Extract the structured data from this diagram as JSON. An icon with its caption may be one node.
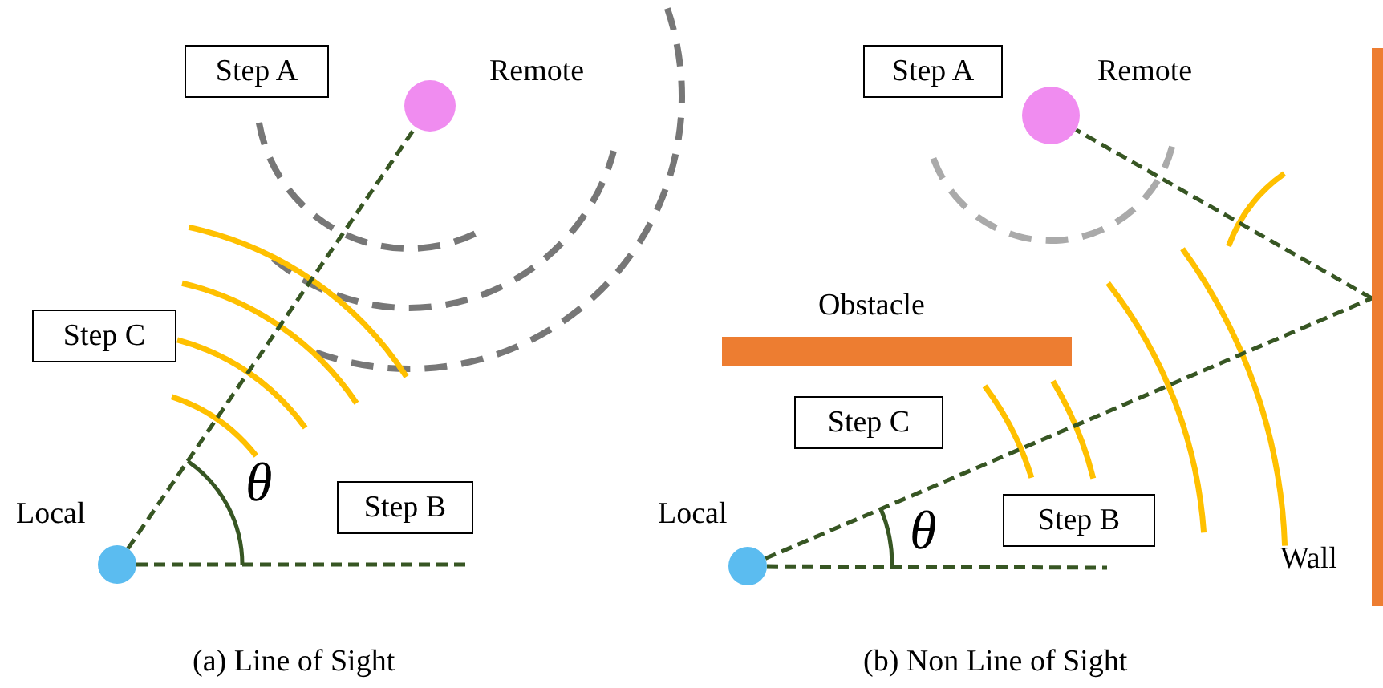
{
  "diagram": {
    "nodes": [
      {
        "text": [
          "Step A"
        ]
      },
      {
        "text": [],
        "shape": "circle",
        "beside": [
          "Remote"
        ]
      },
      {
        "text": [
          "Step C"
        ]
      },
      {
        "text": [],
        "shape": "circle",
        "beside": [
          "Local"
        ]
      },
      {
        "text": [
          "Step B"
        ]
      },
      {
        "text": [
          "Step A"
        ]
      },
      {
        "text": [],
        "shape": "circle",
        "beside": [
          "Remote"
        ]
      },
      {
        "text": [],
        "shape": "bar",
        "beside": [
          "Obstacle"
        ]
      },
      {
        "text": [
          "Step C"
        ]
      },
      {
        "text": [],
        "shape": "circle",
        "beside": [
          "Local"
        ]
      },
      {
        "text": [
          "Step B"
        ]
      },
      {
        "text": [],
        "shape": "bar",
        "beside": [
          "Wall"
        ]
      }
    ],
    "edges": [
      {
        "from": 3,
        "to": 1,
        "arrow": "none",
        "style": "dashed"
      },
      {
        "from": 3,
        "to": null,
        "arrow": "none",
        "style": "dashed"
      },
      {
        "from": 9,
        "to": 11,
        "arrow": "none",
        "style": "dashed"
      },
      {
        "from": 11,
        "to": 6,
        "arrow": "none",
        "style": "dashed"
      },
      {
        "from": 9,
        "to": null,
        "arrow": "none",
        "style": "dashed"
      }
    ],
    "labels": [
      "θ",
      "(a) Line of Sight",
      "θ",
      "(b) Non Line of Sight"
    ]
  }
}
